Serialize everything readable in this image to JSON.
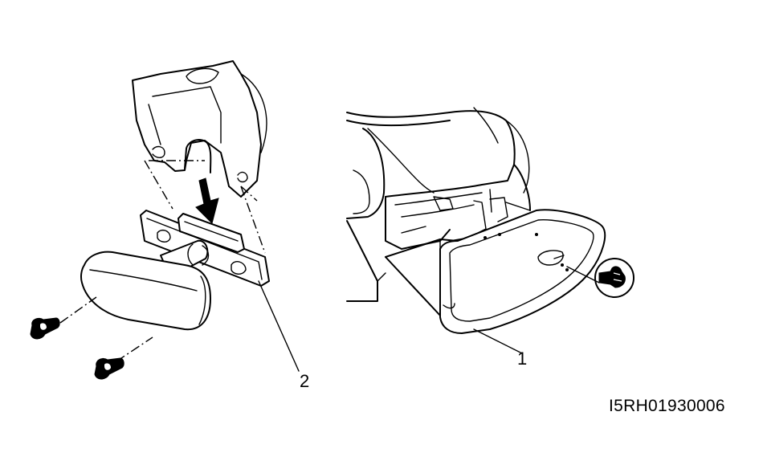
{
  "callouts": [
    {
      "id": "1",
      "label": "1"
    },
    {
      "id": "2",
      "label": "2"
    }
  ],
  "figure_code": "I5RH01930006"
}
